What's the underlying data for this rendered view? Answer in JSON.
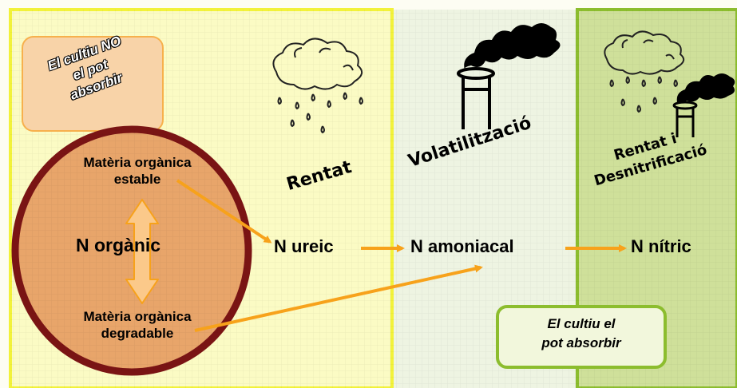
{
  "zones": [
    {
      "id": "zone-1",
      "fill": "#fbfbc4",
      "border": "#f2f23a"
    },
    {
      "id": "zone-2",
      "fill": "#eef4e2",
      "border": "#ffffff"
    },
    {
      "id": "zone-3",
      "fill": "#cfe09a",
      "border": "#8cbd2e"
    }
  ],
  "colors": {
    "arrow": "#f7a21b",
    "circle_fill": "#e8a56a",
    "circle_border": "#7a1414",
    "callout_pink": "#f8d3a8",
    "callout_green_border": "#8cbd2e",
    "callout_green_fill": "#f2f7dc"
  },
  "callout_no_absorb": {
    "lines": [
      "El cultiu NO",
      "el pot",
      "absorbir"
    ]
  },
  "callout_absorb": {
    "lines": [
      "El cultiu el",
      "pot absorbir"
    ]
  },
  "organic_circle": {
    "top_label": [
      "Matèria orgànica",
      "estable"
    ],
    "center_label": "N orgànic",
    "bottom_label": [
      "Matèria orgànica",
      "degradable"
    ]
  },
  "nodes": {
    "ureic": "N ureic",
    "amoniacal": "N amoniacal",
    "nitric": "N nítric"
  },
  "processes": {
    "rentat": "Rentat",
    "volatilitzacio": "Volatilització",
    "rentat_desnitrificacio": [
      "Rentat i",
      "Desnitrificació"
    ]
  },
  "icons": [
    "rain-cloud-icon",
    "chimney-smoke-icon",
    "rain-cloud-icon",
    "chimney-smoke-icon"
  ]
}
